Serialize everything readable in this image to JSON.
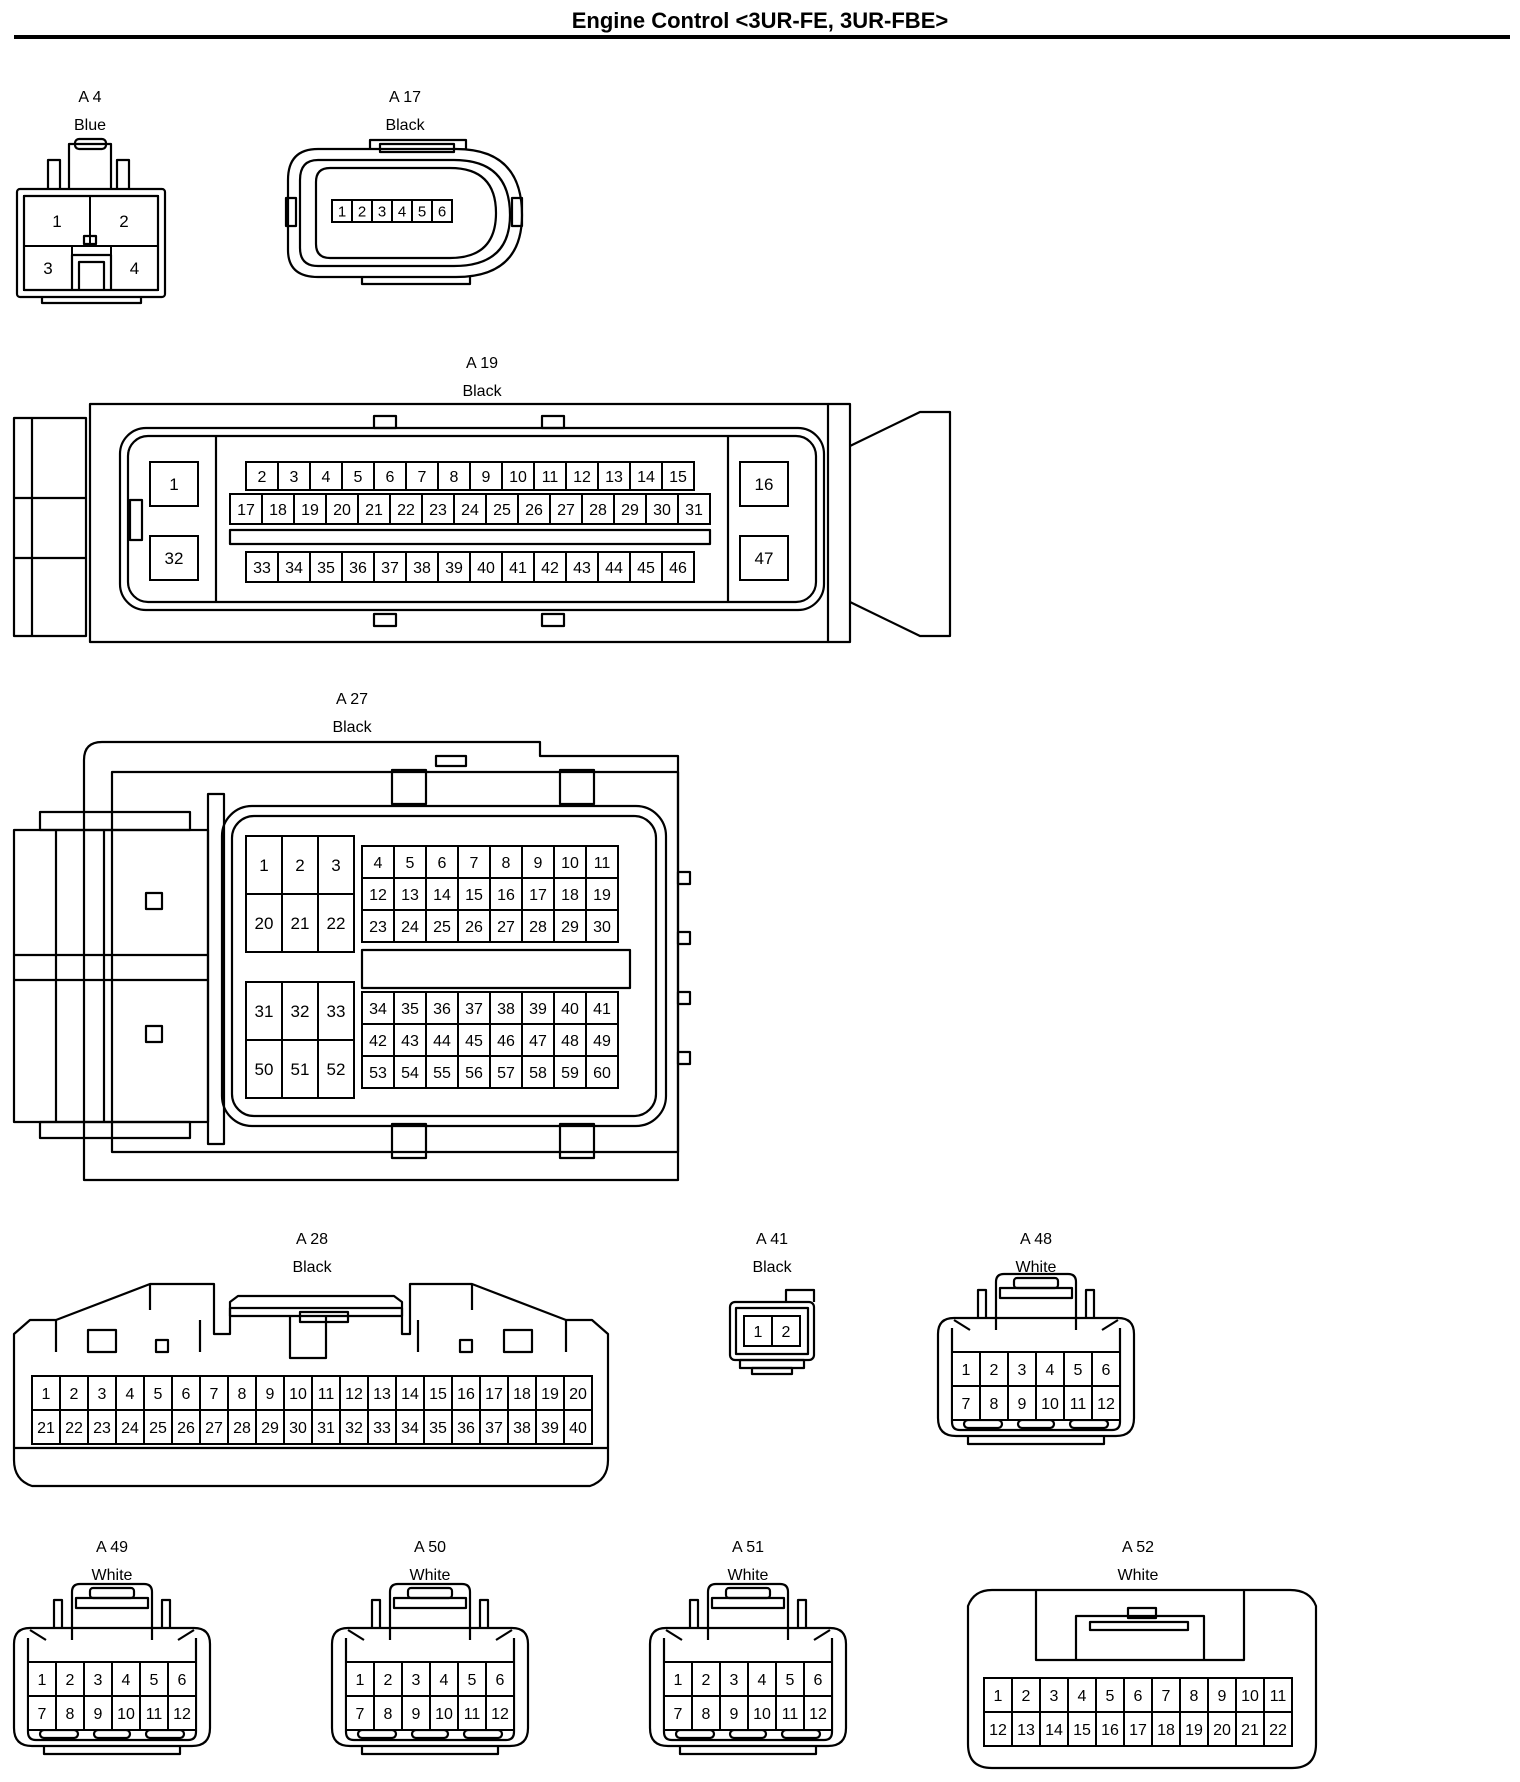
{
  "title": "Engine Control <3UR-FE, 3UR-FBE>",
  "connectors": [
    {
      "id": "A 4",
      "color": "Blue",
      "rows": [
        [
          1,
          2
        ],
        [
          3,
          4
        ]
      ]
    },
    {
      "id": "A 17",
      "color": "Black",
      "rows": [
        [
          1,
          2,
          3,
          4,
          5,
          6
        ]
      ]
    },
    {
      "id": "A 19",
      "color": "Black",
      "rows": [
        [
          1
        ],
        [
          2,
          3,
          4,
          5,
          6,
          7,
          8,
          9,
          10,
          11,
          12,
          13,
          14,
          15
        ],
        [
          16
        ],
        [
          17,
          18,
          19,
          20,
          21,
          22,
          23,
          24,
          25,
          26,
          27,
          28,
          29,
          30,
          31
        ],
        [
          32
        ],
        [
          33,
          34,
          35,
          36,
          37,
          38,
          39,
          40,
          41,
          42,
          43,
          44,
          45,
          46
        ],
        [
          47
        ]
      ]
    },
    {
      "id": "A 27",
      "color": "Black",
      "rows": [
        [
          1,
          2,
          3
        ],
        [
          4,
          5,
          6,
          7,
          8,
          9,
          10,
          11
        ],
        [
          12,
          13,
          14,
          15,
          16,
          17,
          18,
          19
        ],
        [
          20,
          21,
          22
        ],
        [
          23,
          24,
          25,
          26,
          27,
          28,
          29,
          30
        ],
        [
          31,
          32,
          33
        ],
        [
          34,
          35,
          36,
          37,
          38,
          39,
          40,
          41
        ],
        [
          42,
          43,
          44,
          45,
          46,
          47,
          48,
          49
        ],
        [
          50,
          51,
          52
        ],
        [
          53,
          54,
          55,
          56,
          57,
          58,
          59,
          60
        ]
      ]
    },
    {
      "id": "A 28",
      "color": "Black",
      "rows": [
        [
          1,
          2,
          3,
          4,
          5,
          6,
          7,
          8,
          9,
          10,
          11,
          12,
          13,
          14,
          15,
          16,
          17,
          18,
          19,
          20
        ],
        [
          21,
          22,
          23,
          24,
          25,
          26,
          27,
          28,
          29,
          30,
          31,
          32,
          33,
          34,
          35,
          36,
          37,
          38,
          39,
          40
        ]
      ]
    },
    {
      "id": "A 41",
      "color": "Black",
      "rows": [
        [
          1,
          2
        ]
      ]
    },
    {
      "id": "A 48",
      "color": "White",
      "rows": [
        [
          1,
          2,
          3,
          4,
          5,
          6
        ],
        [
          7,
          8,
          9,
          10,
          11,
          12
        ]
      ]
    },
    {
      "id": "A 49",
      "color": "White",
      "rows": [
        [
          1,
          2,
          3,
          4,
          5,
          6
        ],
        [
          7,
          8,
          9,
          10,
          11,
          12
        ]
      ]
    },
    {
      "id": "A 50",
      "color": "White",
      "rows": [
        [
          1,
          2,
          3,
          4,
          5,
          6
        ],
        [
          7,
          8,
          9,
          10,
          11,
          12
        ]
      ]
    },
    {
      "id": "A 51",
      "color": "White",
      "rows": [
        [
          1,
          2,
          3,
          4,
          5,
          6
        ],
        [
          7,
          8,
          9,
          10,
          11,
          12
        ]
      ]
    },
    {
      "id": "A 52",
      "color": "White",
      "rows": [
        [
          1,
          2,
          3,
          4,
          5,
          6,
          7,
          8,
          9,
          10,
          11
        ],
        [
          12,
          13,
          14,
          15,
          16,
          17,
          18,
          19,
          20,
          21,
          22
        ]
      ]
    }
  ]
}
